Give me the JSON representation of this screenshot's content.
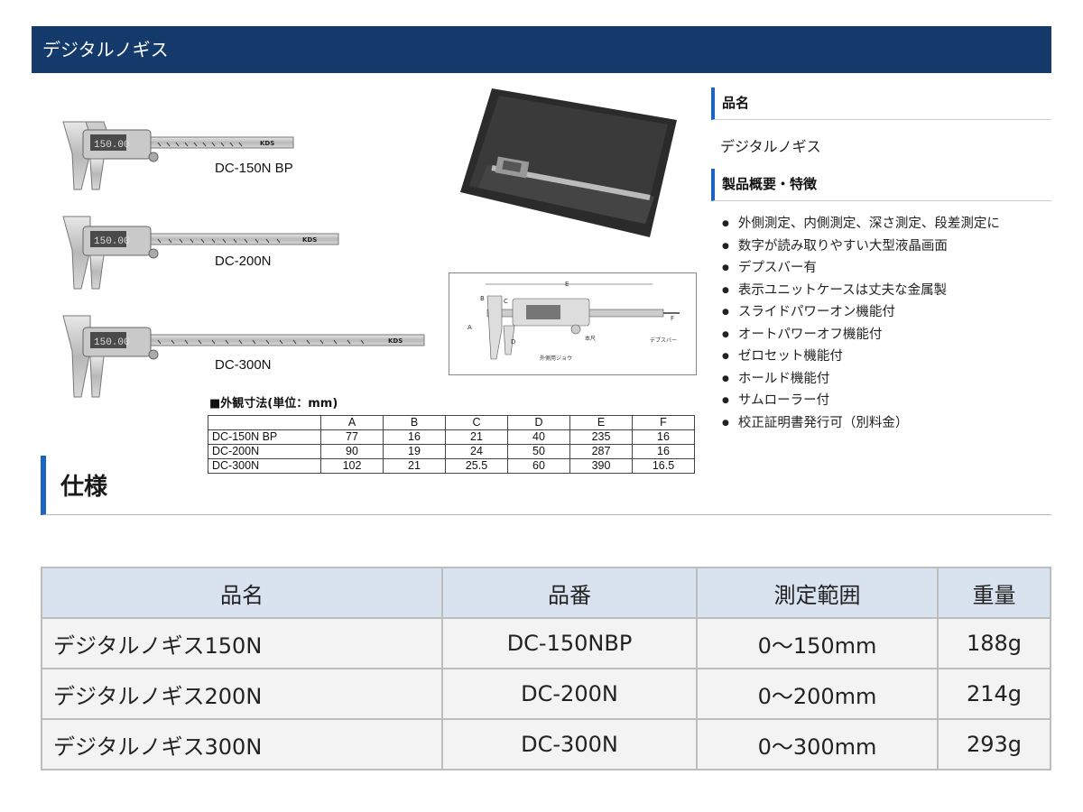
{
  "header": {
    "title": "デジタルノギス"
  },
  "calipers": [
    {
      "model": "DC-150N BP",
      "display": "150.00",
      "brand": "KDS"
    },
    {
      "model": "DC-200N",
      "display": "150.00",
      "brand": "KDS"
    },
    {
      "model": "DC-300N",
      "display": "150.00",
      "brand": "KDS"
    }
  ],
  "diagram": {
    "labels": {
      "a": "A",
      "b": "B",
      "c": "C",
      "d": "D",
      "e": "E",
      "f": "F",
      "body": "本尺",
      "depth": "デプスバー",
      "jaw": "外側用ジョウ"
    }
  },
  "dims": {
    "title": "■外観寸法(単位：mm)",
    "headers": [
      "",
      "A",
      "B",
      "C",
      "D",
      "E",
      "F"
    ],
    "rows": [
      [
        "DC-150N BP",
        "77",
        "16",
        "21",
        "40",
        "235",
        "16"
      ],
      [
        "DC-200N",
        "90",
        "19",
        "24",
        "50",
        "287",
        "16"
      ],
      [
        "DC-300N",
        "102",
        "21",
        "25.5",
        "60",
        "390",
        "16.5"
      ]
    ]
  },
  "right_panel": {
    "name_heading": "品名",
    "product_name": "デジタルノギス",
    "features_heading": "製品概要・特徴",
    "features": [
      "外側測定、内側測定、深さ測定、段差測定に",
      "数字が読み取りやすい大型液晶画面",
      "デプスバー有",
      "表示ユニットケースは丈夫な金属製",
      "スライドパワーオン機能付",
      "オートパワーオフ機能付",
      "ゼロセット機能付",
      "ホールド機能付",
      "サムローラー付",
      "校正証明書発行可（別料金）"
    ]
  },
  "spec": {
    "heading": "仕様",
    "headers": [
      "品名",
      "品番",
      "測定範囲",
      "重量"
    ],
    "rows": [
      [
        "デジタルノギス150N",
        "DC-150NBP",
        "0～150mm",
        "188g"
      ],
      [
        "デジタルノギス200N",
        "DC-200N",
        "0～200mm",
        "214g"
      ],
      [
        "デジタルノギス300N",
        "DC-300N",
        "0～300mm",
        "293g"
      ]
    ]
  },
  "colors": {
    "header_bg": "#143a6b",
    "accent": "#1c64c2",
    "th_bg": "#d9e2ef"
  }
}
